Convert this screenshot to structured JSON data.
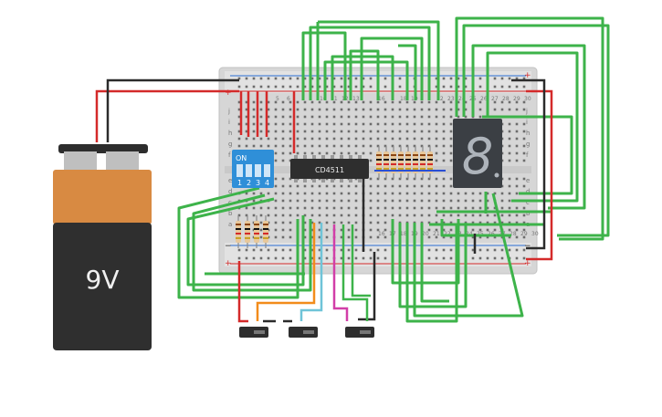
{
  "battery": {
    "label": "9V"
  },
  "chip": {
    "label": "CD4511"
  },
  "dip_switch": {
    "on_label": "ON",
    "positions": [
      "1",
      "2",
      "3",
      "4"
    ]
  },
  "seven_segment": {
    "digit": "8"
  },
  "breadboard": {
    "row_letters_left": [
      "j",
      "i",
      "h",
      "g",
      "f",
      "e",
      "d",
      "c",
      "b",
      "a"
    ],
    "row_letters_right": [
      "j",
      "i",
      "h",
      "g",
      "f",
      "e",
      "d",
      "c",
      "b",
      "a"
    ],
    "col_numbers_top": [
      "5",
      "6",
      "10",
      "11",
      "12",
      "13",
      "16",
      "18",
      "19",
      "22",
      "23",
      "24",
      "25",
      "26",
      "27",
      "28",
      "29",
      "30"
    ],
    "col_numbers_bottom": [
      "16",
      "17",
      "18",
      "19",
      "20",
      "21",
      "22",
      "23",
      "24",
      "25",
      "26",
      "27",
      "28",
      "29",
      "30"
    ],
    "rail_plus": "+",
    "rail_minus": "−"
  },
  "colors": {
    "board": "#dcdcdc",
    "wire_green": "#3db34a",
    "wire_red": "#d42a2a",
    "wire_black": "#2b2b2b",
    "wire_orange": "#f28c1b",
    "wire_cyan": "#6fc4d8",
    "wire_magenta": "#d23ea8",
    "battery_orange": "#d88a42",
    "battery_body": "#2f2f2f",
    "dip_blue": "#2f8fd8",
    "display_body": "#3b3f44"
  }
}
